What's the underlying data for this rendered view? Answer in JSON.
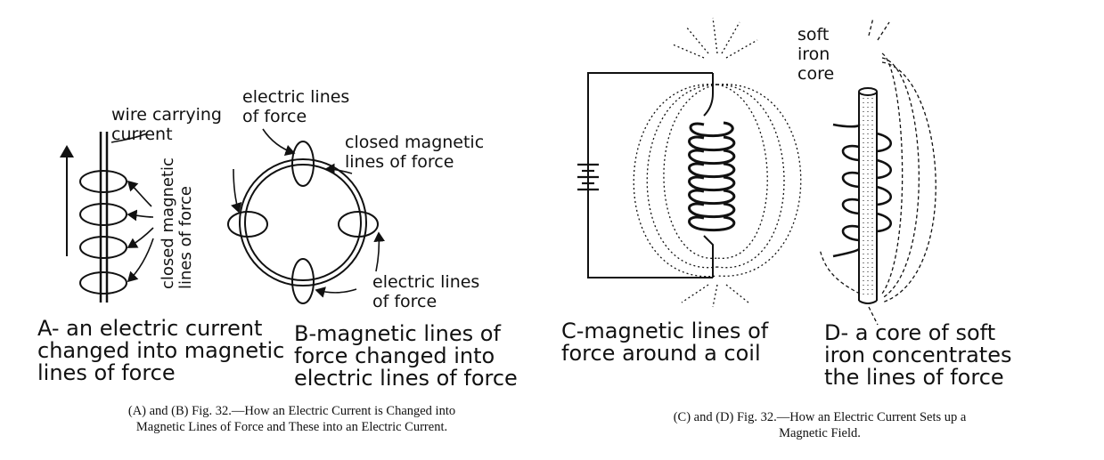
{
  "panel_a": {
    "wire_label": "wire carrying\ncurrent",
    "loops_label": "closed magnetic\nlines of force",
    "caption": "A- an electric current\nchanged into magnetic\nlines of force"
  },
  "panel_b": {
    "electric_label_top": "electric lines\nof force",
    "magnetic_label": "closed magnetic\nlines of force",
    "electric_label_bottom": "electric lines\nof force",
    "caption": "B-magnetic lines of\nforce changed into\nelectric lines of force"
  },
  "panel_c": {
    "caption": "C-magnetic lines of\nforce around a coil"
  },
  "panel_d": {
    "core_label": "soft\niron\ncore",
    "caption": "D- a core of soft\niron concentrates\nthe lines of force"
  },
  "figure_captions": {
    "left": "(A) and (B) Fig. 32.—How an Electric Current is Changed into\nMagnetic Lines of Force and These into an Electric Current.",
    "right": "(C) and (D) Fig. 32.—How an Electric Current Sets up a\nMagnetic Field."
  }
}
